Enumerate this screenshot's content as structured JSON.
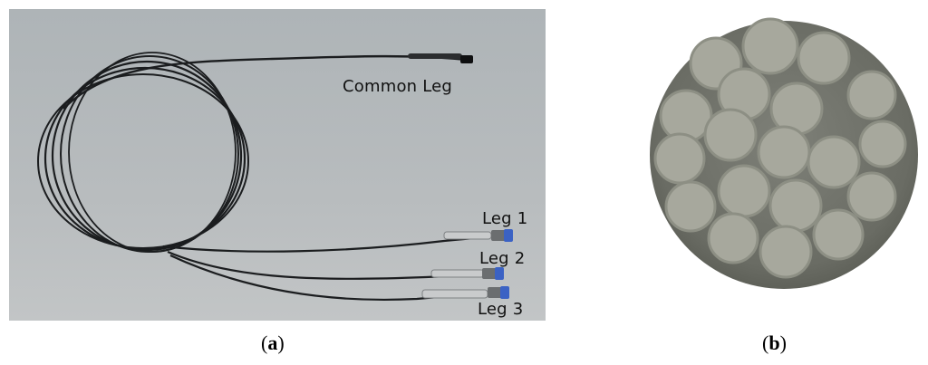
{
  "panel_a": {
    "labels": {
      "common_leg": "Common Leg",
      "leg1": "Leg 1",
      "leg2": "Leg 2",
      "leg3": "Leg 3"
    },
    "caption": {
      "open": "(",
      "letter": "a",
      "close": ")"
    }
  },
  "panel_b": {
    "caption": {
      "open": "(",
      "letter": "b",
      "close": ")"
    }
  },
  "colors": {
    "background": "#b5b9bb",
    "fiber": "#1a1c1e",
    "connector_blue": "#3b62c4",
    "fiber_core": "#a6a79b",
    "cladding": "#6d6f66"
  }
}
